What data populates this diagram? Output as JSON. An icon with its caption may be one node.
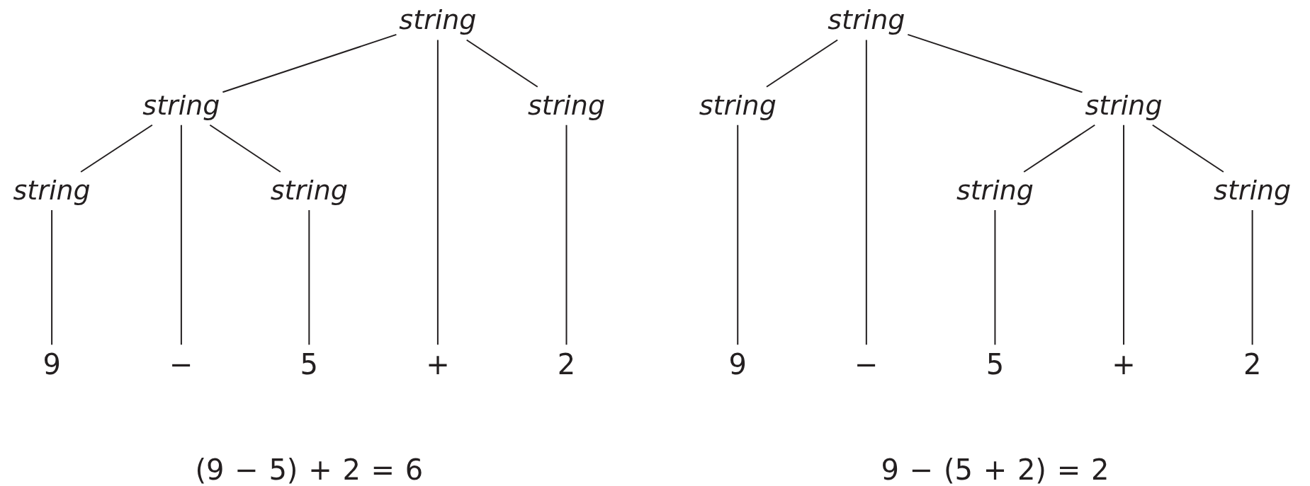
{
  "diagram": {
    "nodes": [
      {
        "text": [
          "string"
        ]
      },
      {
        "text": [
          "string"
        ]
      },
      {
        "text": [
          "string"
        ]
      },
      {
        "text": [
          "string"
        ]
      },
      {
        "text": [
          "string"
        ]
      },
      {
        "text": [
          "9"
        ]
      },
      {
        "text": [
          "−"
        ]
      },
      {
        "text": [
          "5"
        ]
      },
      {
        "text": [
          "+"
        ]
      },
      {
        "text": [
          "2"
        ]
      },
      {
        "text": [
          "string"
        ]
      },
      {
        "text": [
          "string"
        ]
      },
      {
        "text": [
          "string"
        ]
      },
      {
        "text": [
          "string"
        ]
      },
      {
        "text": [
          "string"
        ]
      },
      {
        "text": [
          "9"
        ]
      },
      {
        "text": [
          "−"
        ]
      },
      {
        "text": [
          "5"
        ]
      },
      {
        "text": [
          "+"
        ]
      },
      {
        "text": [
          "2"
        ]
      }
    ],
    "edges": [
      {
        "from": 0,
        "to": 1,
        "arrow": "none"
      },
      {
        "from": 0,
        "to": 8,
        "arrow": "none"
      },
      {
        "from": 0,
        "to": 2,
        "arrow": "none"
      },
      {
        "from": 1,
        "to": 3,
        "arrow": "none"
      },
      {
        "from": 1,
        "to": 6,
        "arrow": "none"
      },
      {
        "from": 1,
        "to": 4,
        "arrow": "none"
      },
      {
        "from": 3,
        "to": 5,
        "arrow": "none"
      },
      {
        "from": 4,
        "to": 7,
        "arrow": "none"
      },
      {
        "from": 2,
        "to": 9,
        "arrow": "none"
      },
      {
        "from": 10,
        "to": 11,
        "arrow": "none"
      },
      {
        "from": 10,
        "to": 16,
        "arrow": "none"
      },
      {
        "from": 10,
        "to": 12,
        "arrow": "none"
      },
      {
        "from": 12,
        "to": 13,
        "arrow": "none"
      },
      {
        "from": 12,
        "to": 18,
        "arrow": "none"
      },
      {
        "from": 12,
        "to": 14,
        "arrow": "none"
      },
      {
        "from": 11,
        "to": 15,
        "arrow": "none"
      },
      {
        "from": 13,
        "to": 17,
        "arrow": "none"
      },
      {
        "from": 14,
        "to": 19,
        "arrow": "none"
      }
    ],
    "labels": [
      "(9 − 5) + 2 = 6",
      "9 − (5 + 2) = 2"
    ]
  }
}
